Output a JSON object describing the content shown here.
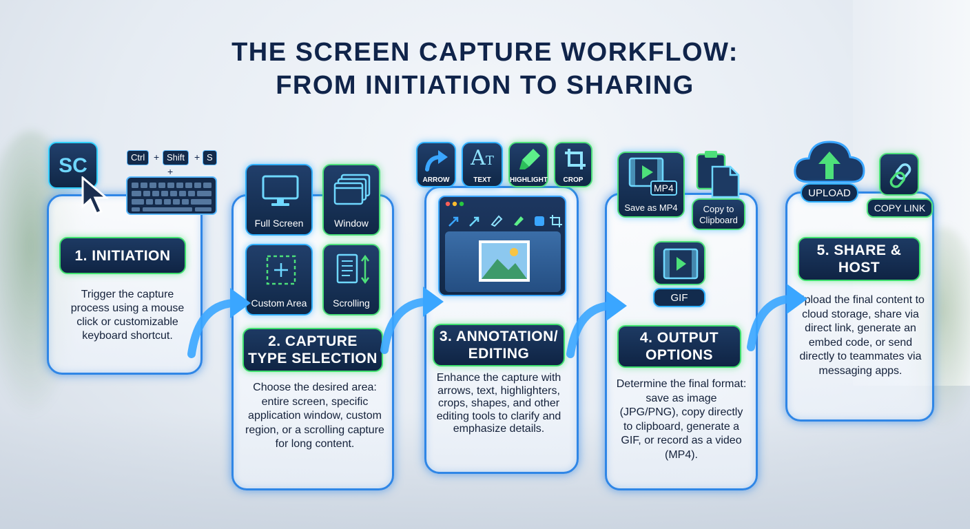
{
  "title_line1": "THE SCREEN CAPTURE WORKFLOW:",
  "title_line2": "FROM INITIATION TO SHARING",
  "step1": {
    "heading": "1. INITIATION",
    "description": "Trigger the capture process using a mouse click or customizable keyboard shortcut.",
    "app_icon_text": "SC",
    "keys": [
      "Ctrl",
      "Shift",
      "S"
    ],
    "plus": "+"
  },
  "step2": {
    "heading_line1": "2. CAPTURE",
    "heading_line2": "TYPE SELECTION",
    "description": "Choose the desired area: entire screen, specific application window, custom region, or a scrolling capture for long content.",
    "options": [
      "Full Screen",
      "Window",
      "Custom Area",
      "Scrolling"
    ]
  },
  "step3": {
    "heading_line1": "3. ANNOTATION/",
    "heading_line2": "EDITING",
    "description": "Enhance the capture with arrows, text, highlighters, crops, shapes, and other editing tools to clarify and emphasize details.",
    "tools": [
      "ARROW",
      "TEXT",
      "HIGHLIGHT",
      "CROP"
    ]
  },
  "step4": {
    "heading_line1": "4. OUTPUT",
    "heading_line2": "OPTIONS",
    "description": "Determine the final format: save as image (JPG/PNG), copy directly to clipboard, generate a GIF, or record as a video (MP4).",
    "mp4_badge": "MP4",
    "save_label": "Save as MP4",
    "copy_label": "Copy to Clipboard",
    "gif_label": "GIF"
  },
  "step5": {
    "heading_line1": "5. SHARE &",
    "heading_line2": "HOST",
    "description": "Upload the final content to cloud storage, share via direct link, generate an embed code, or send directly to teammates via messaging apps.",
    "upload_label": "UPLOAD",
    "copy_link_label": "COPY LINK"
  },
  "colors": {
    "navy": "#10244a",
    "accent_blue": "#2f86e6",
    "accent_green": "#3fe06e"
  }
}
